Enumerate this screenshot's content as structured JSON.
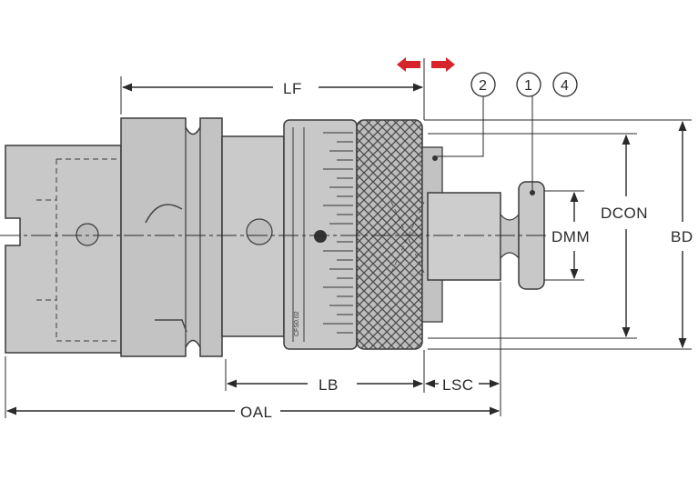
{
  "dimensions": {
    "lf": "LF",
    "lb": "LB",
    "lsc": "LSC",
    "oal": "OAL",
    "dcon": "DCON",
    "bd": "BD",
    "dmm": "DMM"
  },
  "callouts": {
    "c2": "2",
    "c1": "1",
    "c4": "4"
  },
  "body_text": "CFS0.02",
  "colors": {
    "body": "#c8c8c8",
    "body_dark": "#b4b4b4",
    "outline": "#3a3a3a",
    "dim_line": "#2a2a2a",
    "adjust_arrow": "#d6242a"
  }
}
